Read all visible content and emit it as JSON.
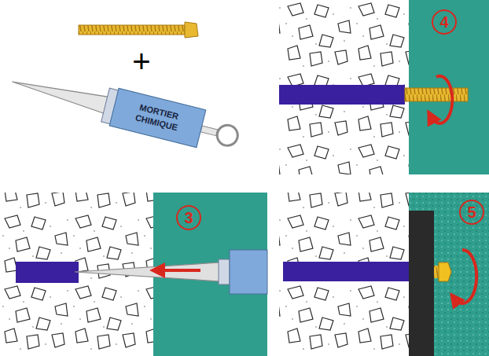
{
  "diagram": {
    "nodes": [
      {
        "text": [
          "MORTIER CHIMIQUE"
        ]
      }
    ],
    "labels": [
      "+",
      "4",
      "3",
      "5"
    ]
  }
}
